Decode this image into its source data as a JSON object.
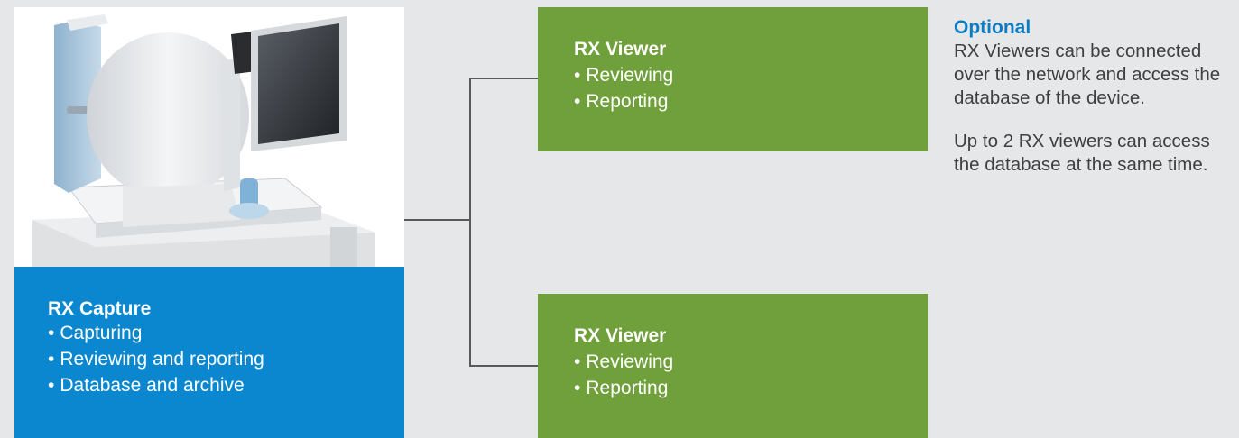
{
  "capture": {
    "title": "RX Capture",
    "items": [
      "Capturing",
      "Reviewing and reporting",
      "Database and archive"
    ]
  },
  "viewers": [
    {
      "title": "RX Viewer",
      "items": [
        "Reviewing",
        "Reporting"
      ]
    },
    {
      "title": "RX Viewer",
      "items": [
        "Reviewing",
        "Reporting"
      ]
    }
  ],
  "info": {
    "title": "Optional",
    "paragraph1": "RX Viewers can be connected over the network and access the database of the device.",
    "paragraph2": "Up to 2 RX viewers can access the database at the same time."
  },
  "colors": {
    "capture_blue": "#0b87cf",
    "viewer_green": "#70a03b",
    "background": "#e6e7e8",
    "info_title_blue": "#0b7cc2",
    "connector_line": "#58595b"
  },
  "images": {
    "device_photo": "retinal-camera-device-photo"
  }
}
